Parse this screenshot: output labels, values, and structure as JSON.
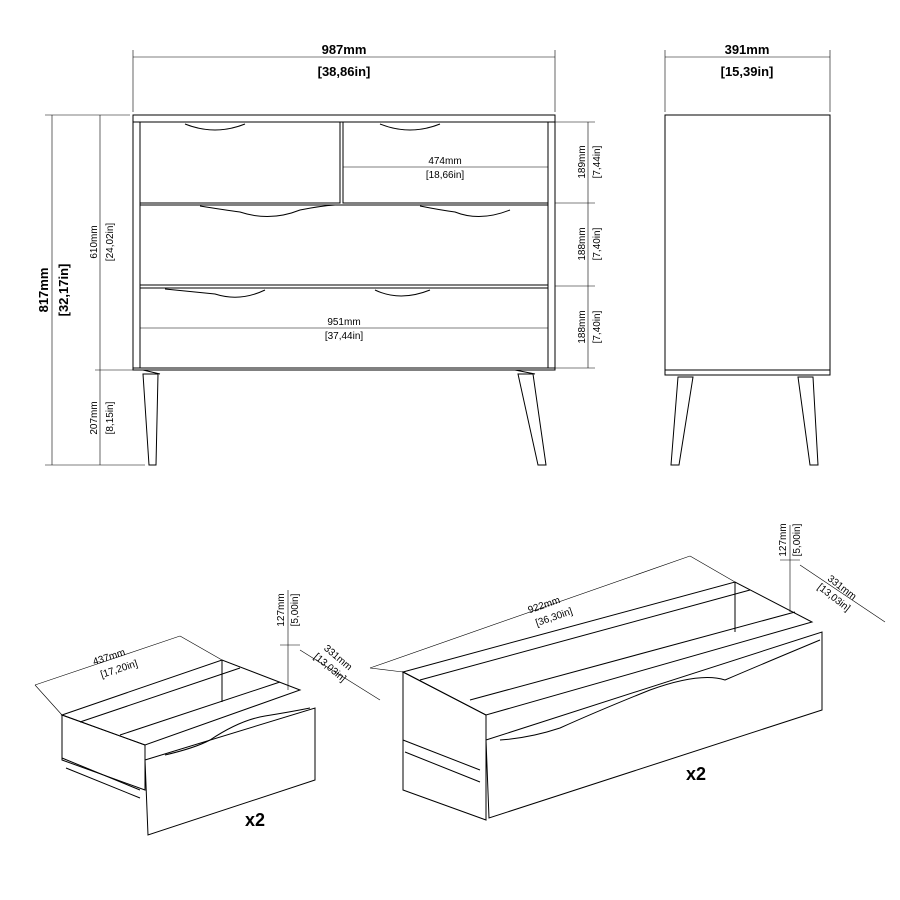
{
  "front_view": {
    "width": {
      "mm": "987mm",
      "in": "[38,86in]"
    },
    "total_height": {
      "mm": "817mm",
      "in": "[32,17in]"
    },
    "body_height": {
      "mm": "610mm",
      "in": "[24,02in]"
    },
    "leg_height": {
      "mm": "207mm",
      "in": "[8,15in]"
    },
    "small_drawer_width": {
      "mm": "474mm",
      "in": "[18,66in]"
    },
    "large_drawer_width": {
      "mm": "951mm",
      "in": "[37,44in]"
    },
    "drawer_heights": [
      {
        "mm": "189mm",
        "in": "[7,44in]"
      },
      {
        "mm": "188mm",
        "in": "[7,40in]"
      },
      {
        "mm": "188mm",
        "in": "[7,40in]"
      }
    ]
  },
  "side_view": {
    "depth": {
      "mm": "391mm",
      "in": "[15,39in]"
    }
  },
  "small_drawer": {
    "width": {
      "mm": "437mm",
      "in": "[17,20in]"
    },
    "height": {
      "mm": "127mm",
      "in": "[5,00in]"
    },
    "depth": {
      "mm": "331mm",
      "in": "[13,03in]"
    },
    "quantity": "x2"
  },
  "large_drawer": {
    "width": {
      "mm": "922mm",
      "in": "[36,30in]"
    },
    "height": {
      "mm": "127mm",
      "in": "[5,00in]"
    },
    "depth": {
      "mm": "331mm",
      "in": "[13,03in]"
    },
    "quantity": "x2"
  }
}
